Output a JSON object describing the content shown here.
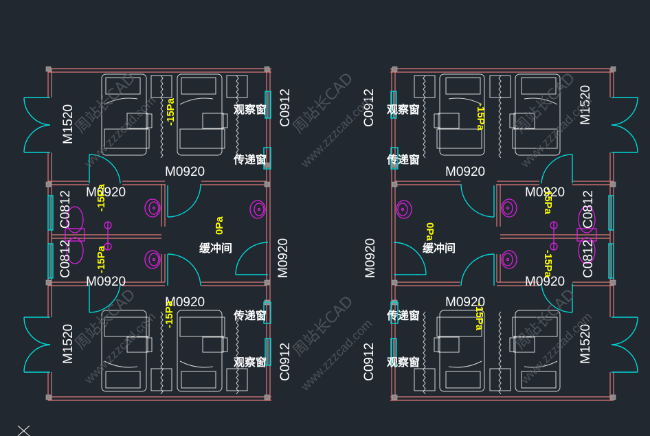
{
  "app": "AutoCAD drawing viewer",
  "drawing": {
    "description": "Negative-pressure isolation ward floor plan (two mirrored units)",
    "colors": {
      "background": "#212830",
      "walls": "#e07a7a",
      "doors_windows": "#00d8d8",
      "furniture": "#d8d8d8",
      "sanitary": "#e020e0",
      "pressure_labels": "#ffff00",
      "text": "#ffffff",
      "watermark": "#5a6068"
    },
    "labels": {
      "door_m1520": "M1520",
      "door_m0920": "M0920",
      "window_c0912": "C0912",
      "window_c0812": "C0812",
      "observation_window": "观察窗",
      "pass_window": "传递窗",
      "buffer_room": "缓冲间",
      "pressure_ward": "-15Pa",
      "pressure_bath": "-15Pa",
      "pressure_buffer": "0Pa"
    },
    "watermark": {
      "cn": "周站长CAD",
      "url": "www.zzzcad.com"
    },
    "ucs_icon": "ucs-cross-icon"
  }
}
